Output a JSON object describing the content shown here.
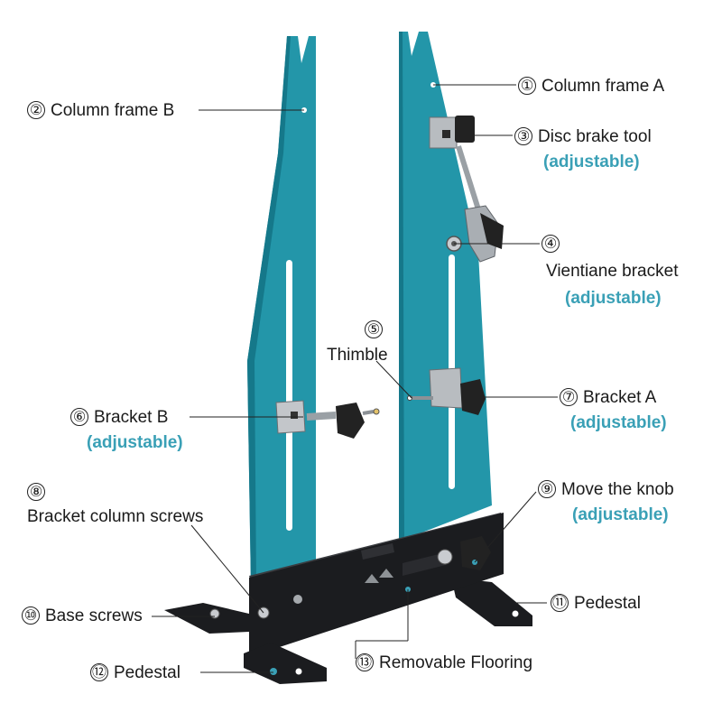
{
  "colors": {
    "frame": "#2396a9",
    "frame_dark": "#15788a",
    "base": "#1b1c1f",
    "accent": "#3aa0b6",
    "leader": "#222222"
  },
  "adjustable_text": "(adjustable)",
  "callouts": [
    {
      "id": "column-frame-a",
      "num": "①",
      "text": "Column frame A",
      "adjustable": false
    },
    {
      "id": "column-frame-b",
      "num": "②",
      "text": "Column frame B",
      "adjustable": false
    },
    {
      "id": "disc-brake-tool",
      "num": "③",
      "text": "Disc brake tool",
      "adjustable": true
    },
    {
      "id": "vientiane-bracket",
      "num": "④",
      "text": "Vientiane bracket",
      "adjustable": true
    },
    {
      "id": "thimble",
      "num": "⑤",
      "text": "Thimble",
      "adjustable": false
    },
    {
      "id": "bracket-b",
      "num": "⑥",
      "text": "Bracket B",
      "adjustable": true
    },
    {
      "id": "bracket-a",
      "num": "⑦",
      "text": "Bracket A",
      "adjustable": true
    },
    {
      "id": "bracket-column-screws",
      "num": "⑧",
      "text": "Bracket column screws",
      "adjustable": false
    },
    {
      "id": "move-the-knob",
      "num": "⑨",
      "text": "Move the knob",
      "adjustable": true
    },
    {
      "id": "base-screws",
      "num": "⑩",
      "text": "Base screws",
      "adjustable": false
    },
    {
      "id": "pedestal-right",
      "num": "⑪",
      "text": "Pedestal",
      "adjustable": false
    },
    {
      "id": "pedestal-left",
      "num": "⑫",
      "text": "Pedestal",
      "adjustable": false
    },
    {
      "id": "removable-flooring",
      "num": "⑬",
      "text": "Removable Flooring",
      "adjustable": false
    }
  ]
}
